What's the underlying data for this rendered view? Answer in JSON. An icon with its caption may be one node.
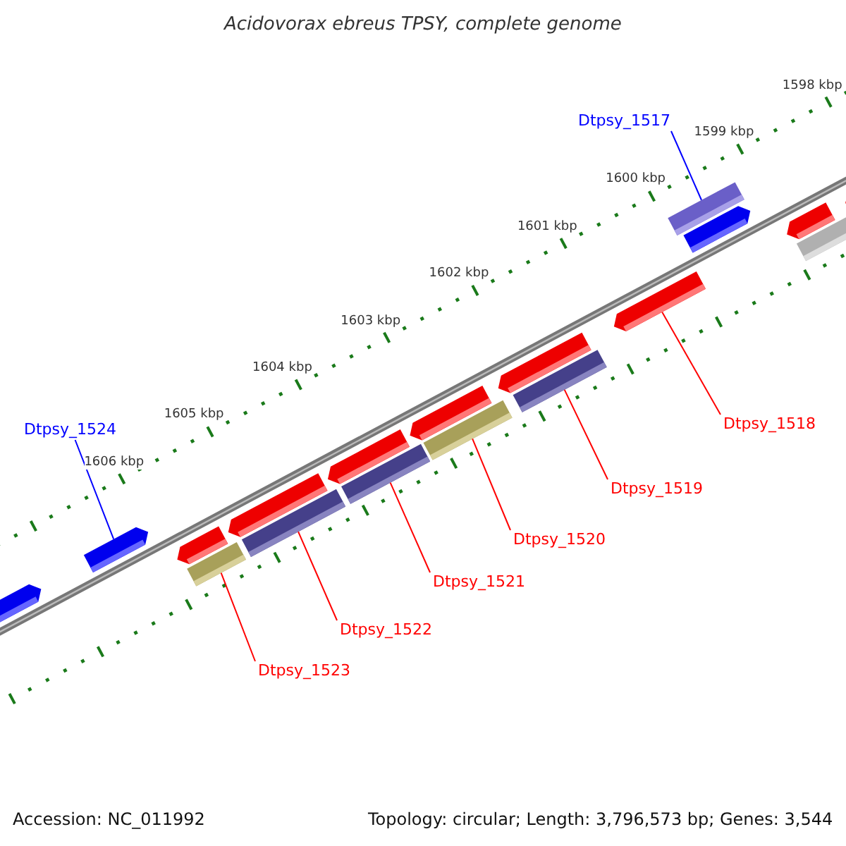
{
  "diagram": {
    "title": "Acidovorax ebreus TPSY, complete genome",
    "nodes": [
      {
        "text": [
          "Dtpsy_1517"
        ]
      },
      {
        "text": [
          "Dtpsy_1518"
        ]
      },
      {
        "text": [
          "Dtpsy_1524"
        ]
      },
      {
        "text": [
          "Dtpsy_1519"
        ]
      },
      {
        "text": [
          "Dtpsy_1520"
        ]
      },
      {
        "text": [
          "Dtpsy_1521"
        ]
      },
      {
        "text": [
          "Dtpsy_1522"
        ]
      },
      {
        "text": [
          "Dtpsy_1523"
        ]
      },
      {
        "text": [],
        "shape": "bar"
      },
      {
        "text": [],
        "shape": "bar"
      },
      {
        "text": [],
        "shape": "bar"
      },
      {
        "text": [],
        "shape": "bar"
      },
      {
        "text": [],
        "shape": "bar"
      },
      {
        "text": [],
        "shape": "bar"
      },
      {
        "text": [],
        "shape": "bar"
      },
      {
        "text": [],
        "shape": "bar"
      },
      {
        "text": [],
        "shape": "bar"
      },
      {
        "text": [],
        "shape": "bar"
      },
      {
        "text": [],
        "shape": "bar"
      },
      {
        "text": [],
        "shape": "bar"
      },
      {
        "text": [],
        "shape": "bar"
      },
      {
        "text": [],
        "shape": "bar"
      },
      {
        "text": [],
        "shape": "bar"
      },
      {
        "text": [],
        "shape": "bar"
      },
      {
        "text": [],
        "shape": "bar"
      },
      {
        "text": [],
        "shape": "bar"
      }
    ],
    "edges": [
      {
        "from": 0,
        "to": 21,
        "arrow": "none",
        "color": "#0000ff"
      },
      {
        "from": 1,
        "to": 20,
        "arrow": "none"
      },
      {
        "from": 2,
        "to": 9,
        "arrow": "none",
        "color": "#0000ff"
      },
      {
        "from": 3,
        "to": 19,
        "arrow": "none"
      },
      {
        "from": 4,
        "to": 17,
        "arrow": "none"
      },
      {
        "from": 5,
        "to": 15,
        "arrow": "none"
      },
      {
        "from": 6,
        "to": 13,
        "arrow": "none"
      },
      {
        "from": 7,
        "to": 11,
        "arrow": "none"
      }
    ],
    "labels": [
      "1598 kbp",
      "1599 kbp",
      "1600 kbp",
      "1601 kbp",
      "1602 kbp",
      "1603 kbp",
      "1604 kbp",
      "1605 kbp",
      "1606 kbp",
      "Accession: NC_011992",
      "Topology: circular; Length: 3,796,573 bp; Genes: 3,544"
    ]
  }
}
